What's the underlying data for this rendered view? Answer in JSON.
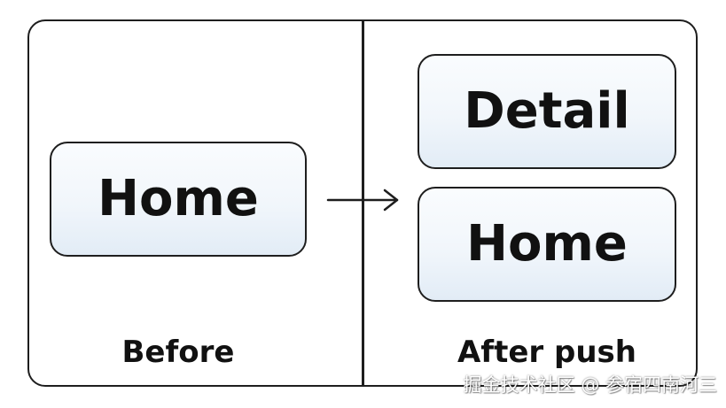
{
  "before_panel": {
    "card_label": "Home",
    "caption": "Before"
  },
  "after_panel": {
    "top_card_label": "Detail",
    "bottom_card_label": "Home",
    "caption": "After push"
  },
  "arrow_icon": "right-arrow",
  "watermark": "掘金技术社区 @ 参宿四南河三",
  "colors": {
    "stroke": "#1e1e1e",
    "text": "#111111",
    "card_fill_top": "#fafcfe",
    "card_fill_bottom": "#e2ecf6",
    "background": "#ffffff"
  }
}
